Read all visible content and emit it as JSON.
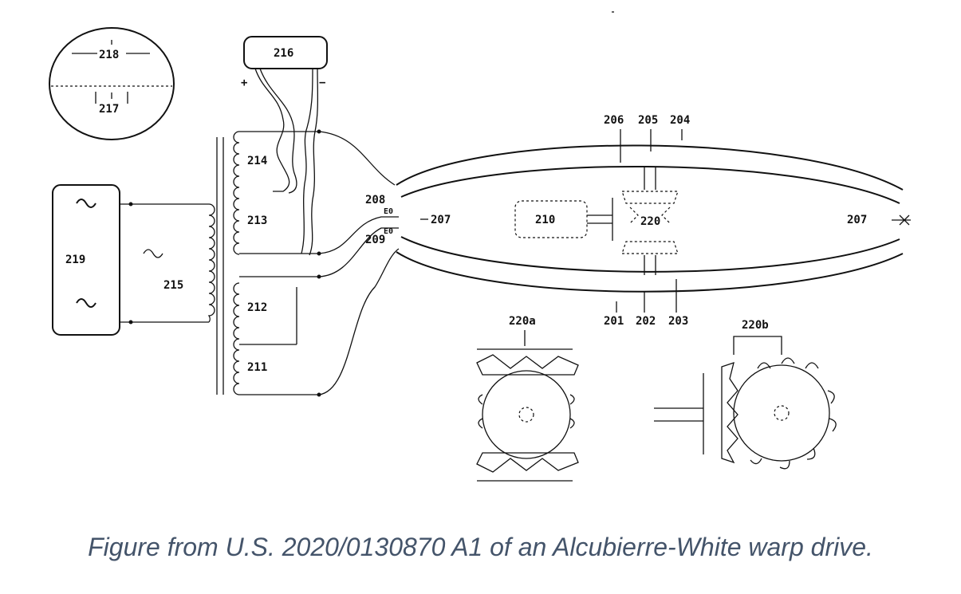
{
  "caption": "Figure from U.S. 2020/0130870 A1 of an Alcubierre-White warp drive.",
  "labels": {
    "l201": "201",
    "l202": "202",
    "l203": "203",
    "l204": "204",
    "l205": "205",
    "l206": "206",
    "l207a": "207",
    "l207b": "207",
    "l208": "208",
    "l209": "209",
    "l210": "210",
    "l211": "211",
    "l212": "212",
    "l213": "213",
    "l214": "214",
    "l215": "215",
    "l216": "216",
    "l217": "217",
    "l218": "218",
    "l219": "219",
    "l220": "220",
    "l220a": "220a",
    "l220b": "220b",
    "e0_top": "E0",
    "e0_bottom": "E0",
    "plus": "+",
    "minus": "−"
  }
}
